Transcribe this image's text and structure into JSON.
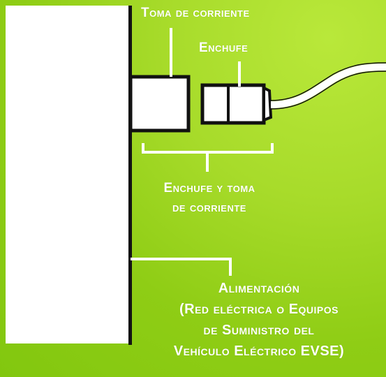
{
  "labels": {
    "outlet": "Toma de corriente",
    "plug": "Enchufe",
    "plug_and_outlet": [
      "Enchufe y toma",
      "de corriente"
    ],
    "power_supply": [
      "Alimentación",
      "(Red eléctrica o Equipos",
      "de Suministro del",
      "Vehículo Eléctrico EVSE)"
    ]
  },
  "colors": {
    "background": "#8fcd15",
    "panel": "#ffffff",
    "outline": "#111111",
    "text": "#ffffff"
  }
}
